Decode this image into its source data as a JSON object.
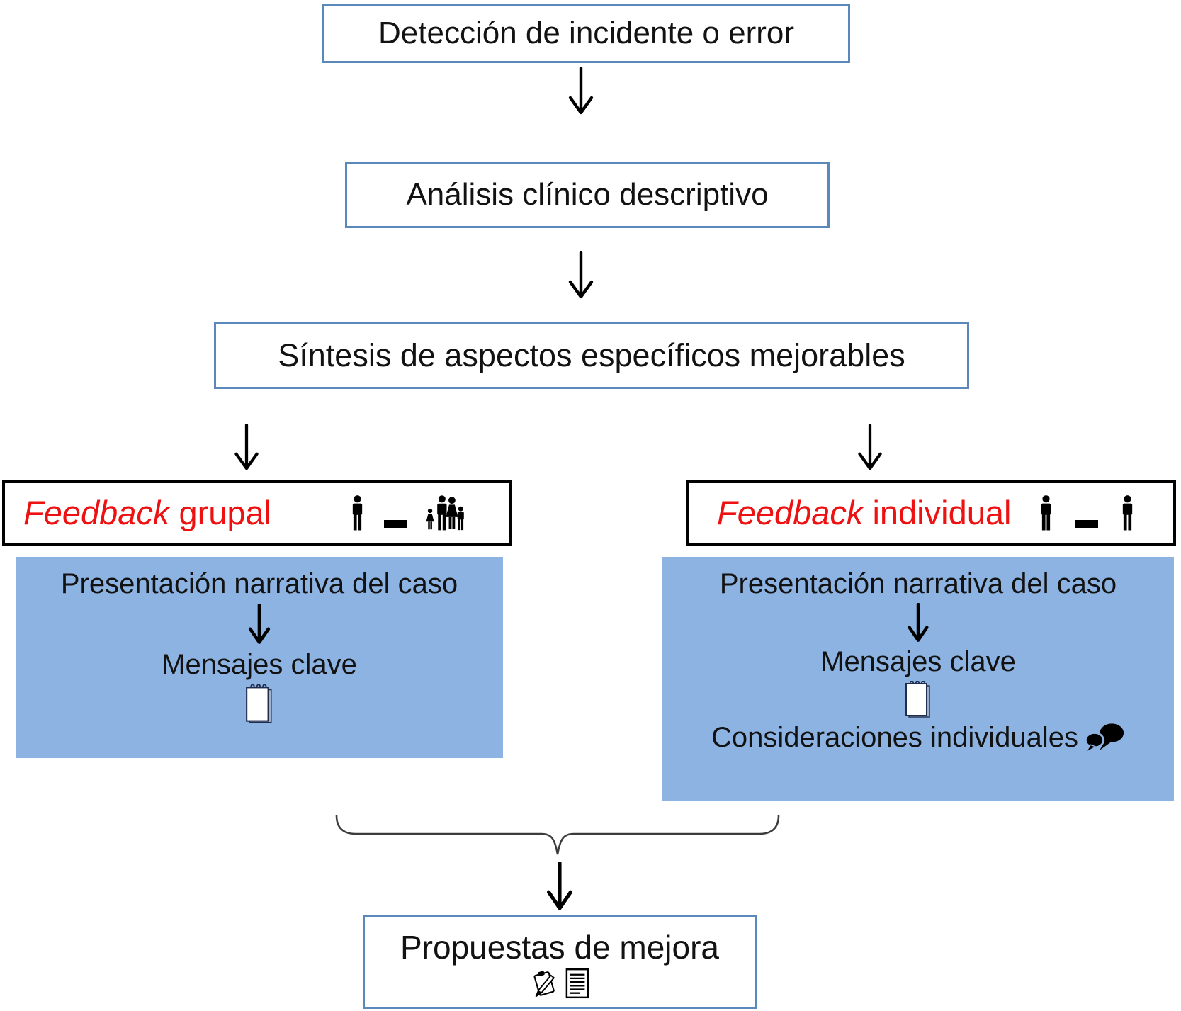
{
  "colors": {
    "box_border_blue": "#5b88bb",
    "panel_blue": "#8db3e2",
    "red_text": "#ee1111",
    "icon_black": "#000000",
    "notepad_outline": "#1f2d4e",
    "brace_gray": "#3c3c3c"
  },
  "flow": {
    "step1": "Detección de incidente o error",
    "step2": "Análisis clínico descriptivo",
    "step3": "Síntesis de aspectos específicos mejorables",
    "final": "Propuestas de mejora"
  },
  "branches": {
    "group": {
      "title_italic": "Feedback",
      "title_rest": " grupal",
      "steps": [
        "Presentación narrativa del caso",
        "Mensajes clave"
      ]
    },
    "individual": {
      "title_italic": "Feedback",
      "title_rest": " individual",
      "steps": [
        "Presentación narrativa del caso",
        "Mensajes clave",
        "Consideraciones individuales"
      ]
    }
  },
  "icons": {
    "arrow_down": "arrow-down-icon",
    "person": "person-icon",
    "dash": "dash-icon",
    "people_group": "people-group-icon",
    "notepad": "notepad-icon",
    "speech_bubbles": "speech-bubbles-icon",
    "clipboard_pen": "clipboard-pen-icon",
    "document": "document-icon",
    "brace": "curly-brace-connector"
  }
}
